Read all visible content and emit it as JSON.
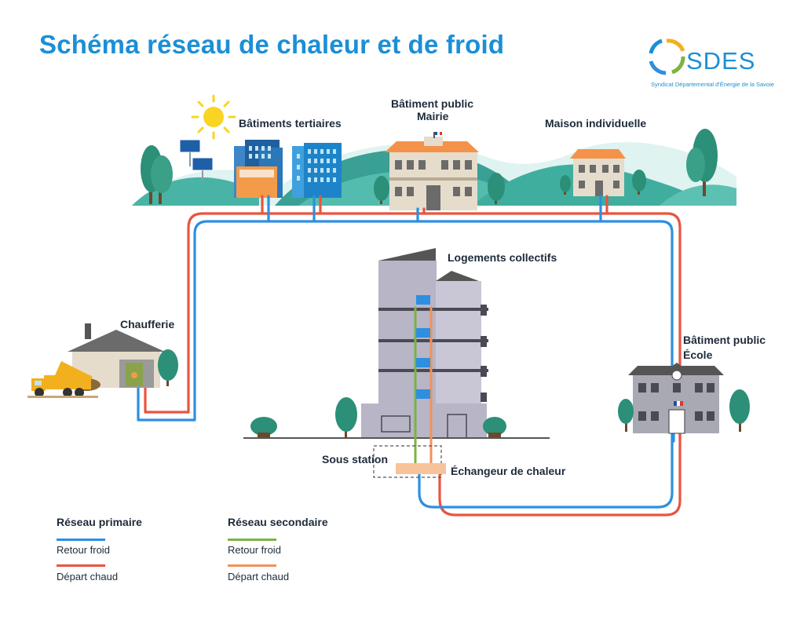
{
  "title": "Schéma réseau de chaleur et de froid",
  "logo": {
    "text": "SDES",
    "subtitle": "Syndicat Départemental d'Énergie de la Savoie"
  },
  "labels": {
    "tertiaires": "Bâtiments tertiaires",
    "mairie_line1": "Bâtiment public",
    "mairie_line2": "Mairie",
    "maison": "Maison individuelle",
    "logements": "Logements collectifs",
    "chaufferie": "Chaufferie",
    "ecole_line1": "Bâtiment public",
    "ecole_line2": "École",
    "sous_station": "Sous station",
    "echangeur": "Échangeur de chaleur"
  },
  "legend": {
    "primaire": {
      "title": "Réseau primaire",
      "retour": "Retour froid",
      "depart": "Départ chaud"
    },
    "secondaire": {
      "title": "Réseau secondaire",
      "retour": "Retour froid",
      "depart": "Départ chaud"
    }
  },
  "colors": {
    "primary_cold": "#2d8fe0",
    "primary_hot": "#e8553f",
    "secondary_cold": "#7cb342",
    "secondary_hot": "#f2925a",
    "title": "#1b8fd6",
    "hills": "#3fb0a2"
  }
}
